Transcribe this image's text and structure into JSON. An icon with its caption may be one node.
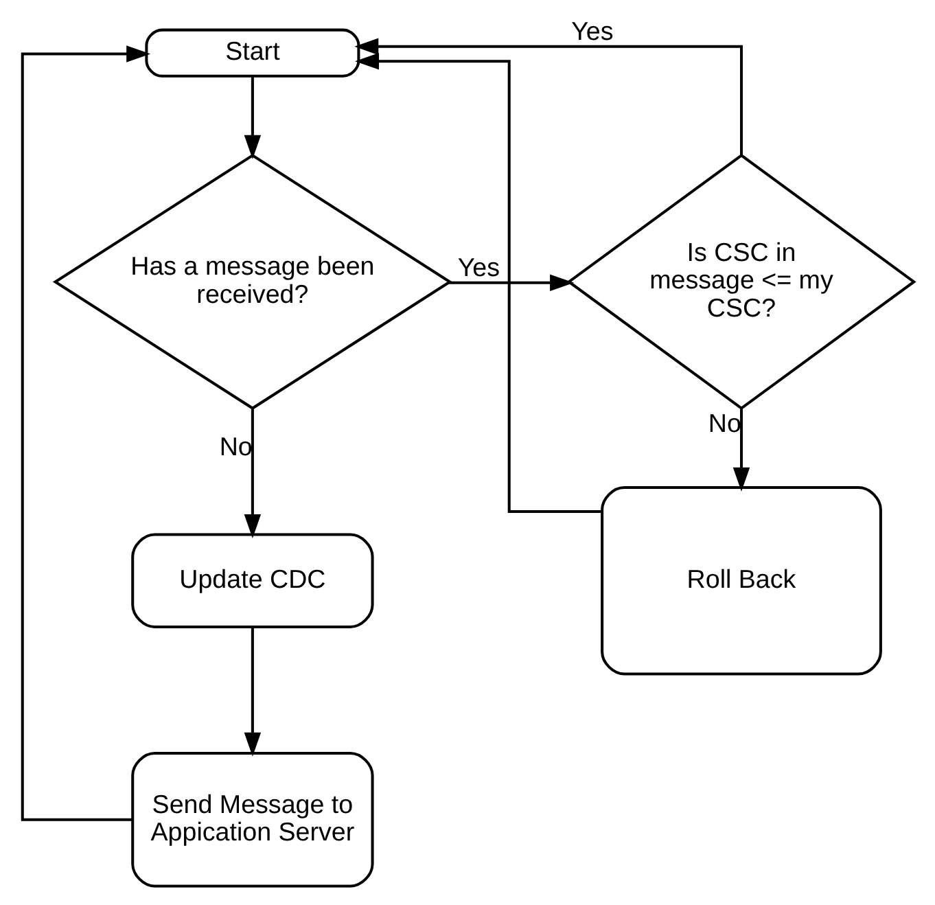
{
  "diagram": {
    "nodes": [
      {
        "text": [
          "Start"
        ]
      },
      {
        "text": [
          "Has a message been received?"
        ]
      },
      {
        "text": [
          "Is CSC in message <= my CSC?"
        ]
      },
      {
        "text": [
          "Update CDC"
        ]
      },
      {
        "text": [
          "Send Message to Appication Server"
        ]
      },
      {
        "text": [
          "Roll Back"
        ]
      }
    ],
    "edges": [
      {
        "from": 0,
        "to": 1,
        "arrow": "to"
      },
      {
        "from": 1,
        "to": 2,
        "arrow": "to",
        "label": "Yes"
      },
      {
        "from": 2,
        "to": 0,
        "arrow": "to",
        "label": "Yes"
      },
      {
        "from": 1,
        "to": 3,
        "arrow": "to",
        "label": "No"
      },
      {
        "from": 3,
        "to": 4,
        "arrow": "to"
      },
      {
        "from": 4,
        "to": 0,
        "arrow": "to"
      },
      {
        "from": 2,
        "to": 5,
        "arrow": "to",
        "label": "No"
      },
      {
        "from": 5,
        "to": 0,
        "arrow": "to"
      }
    ]
  }
}
